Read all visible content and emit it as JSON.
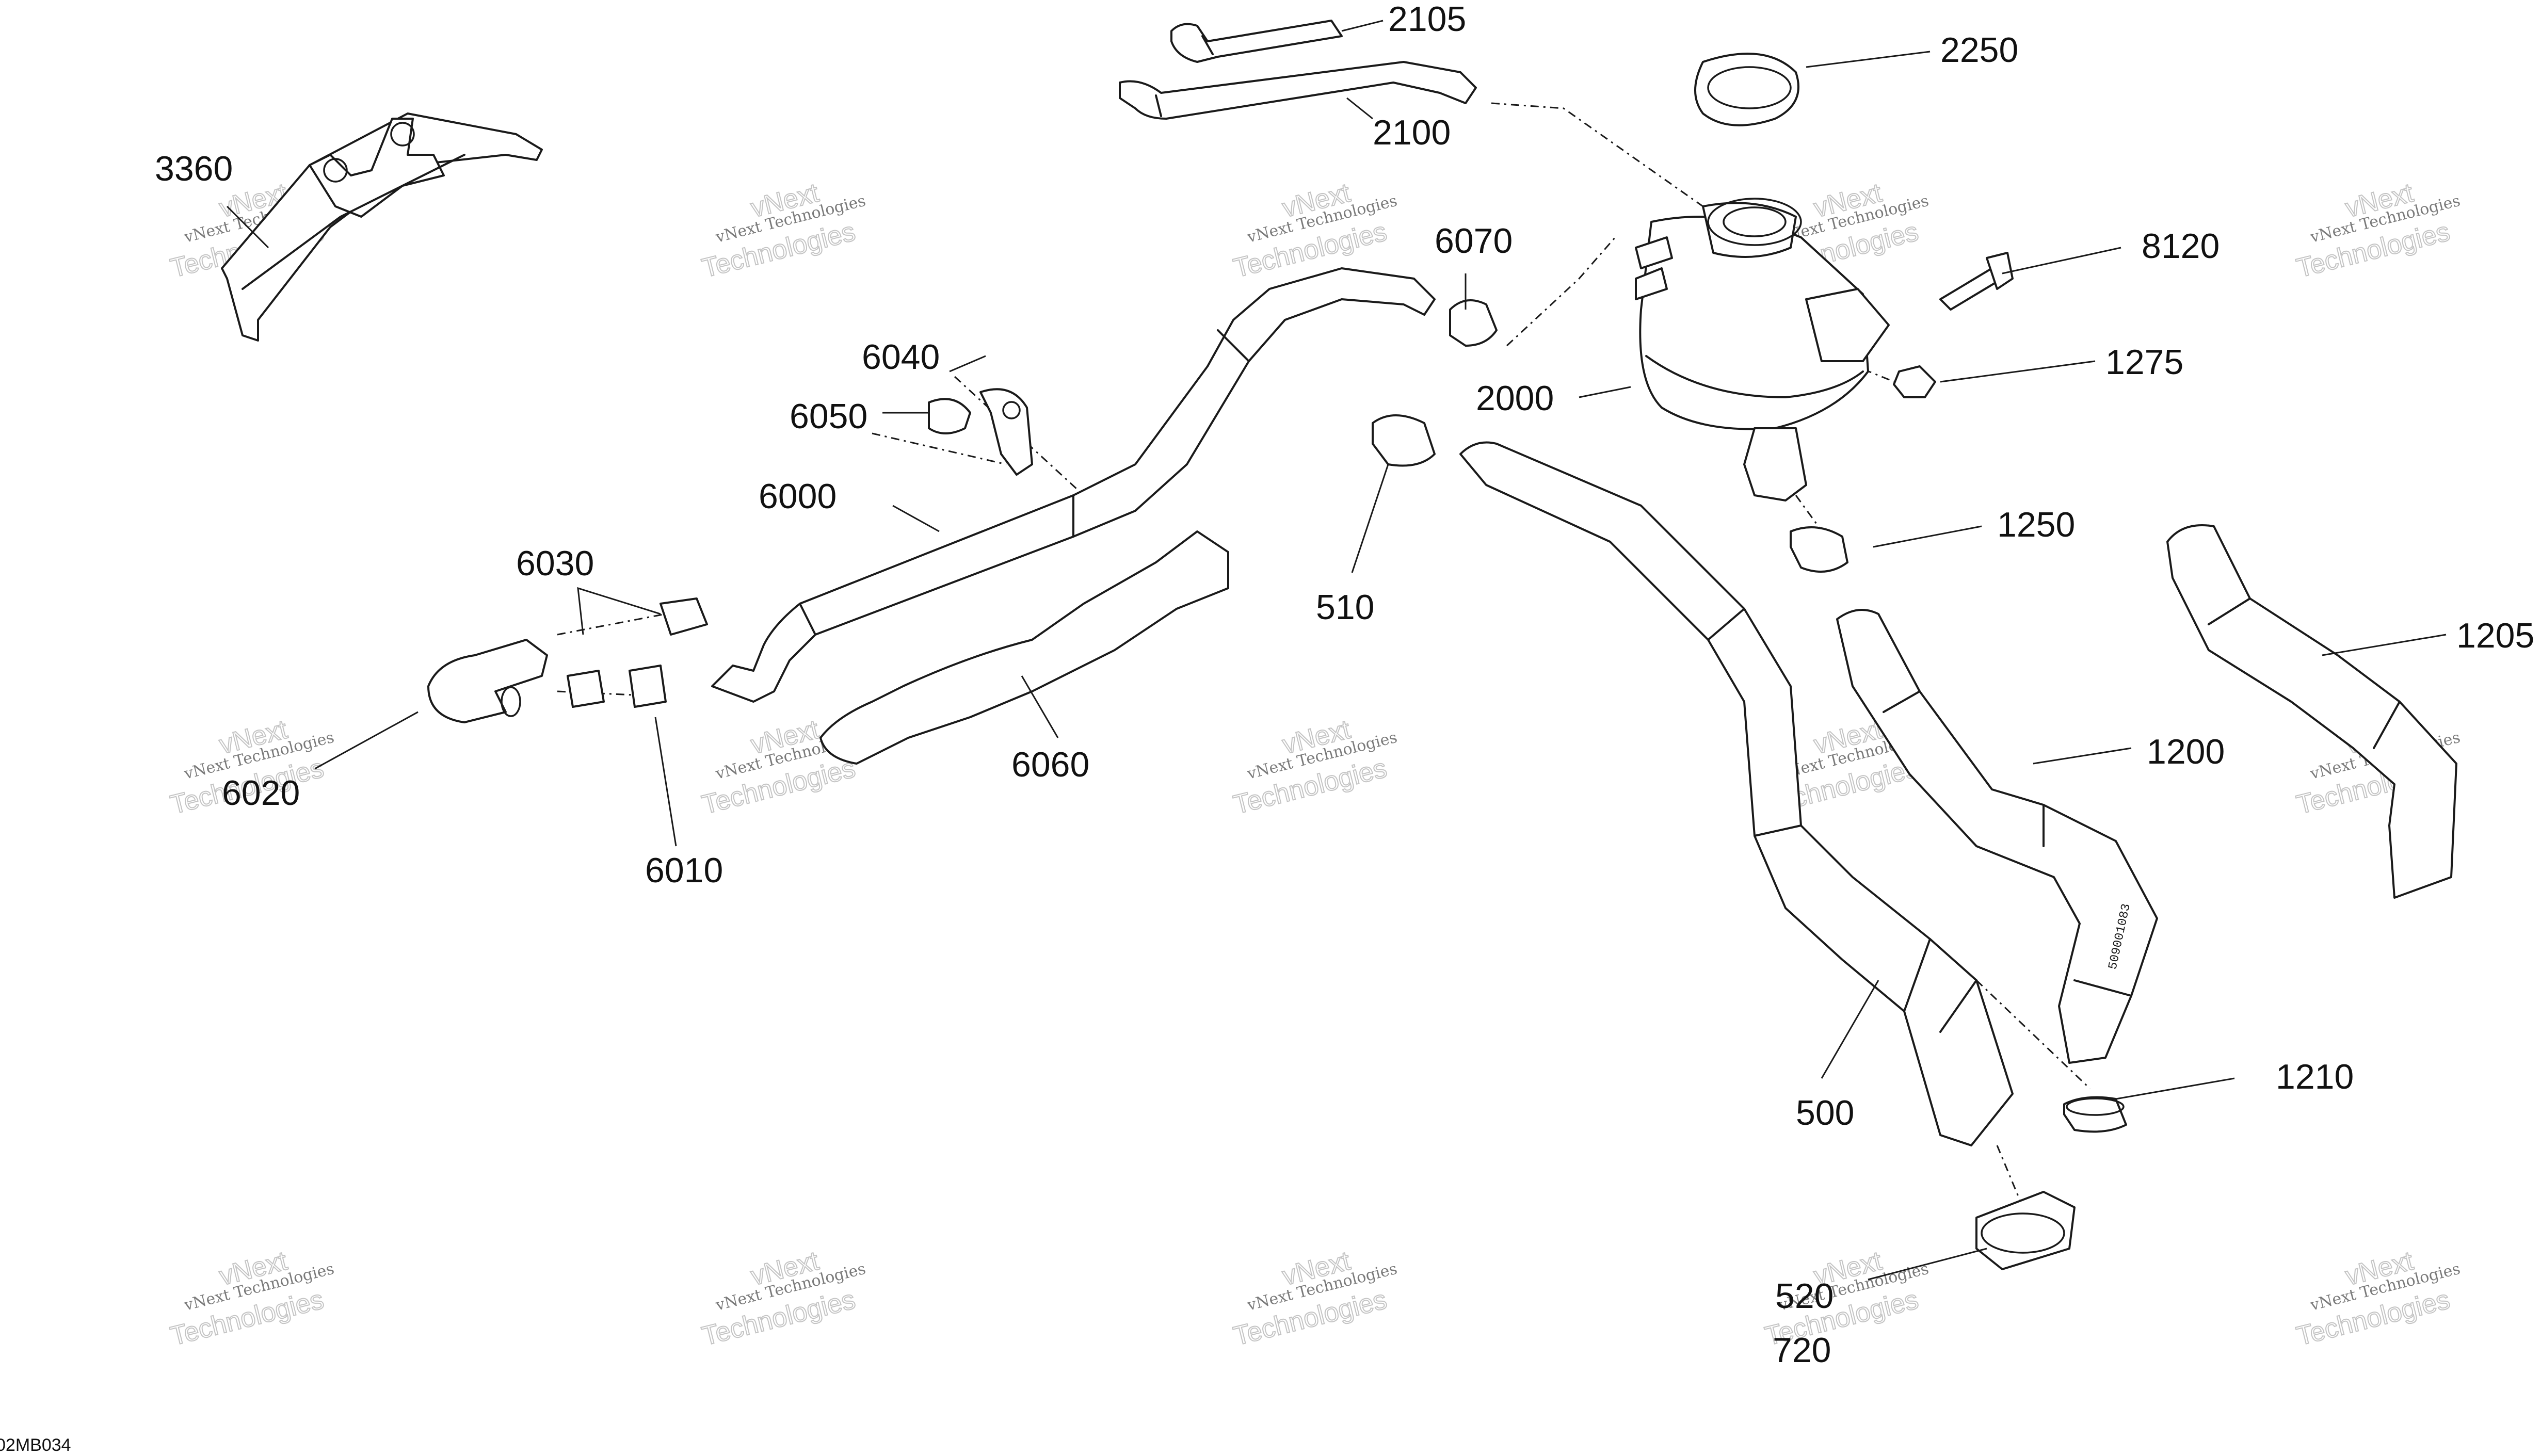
{
  "diagram_code": "02MB034",
  "part_numbers": {
    "p2105": "2105",
    "p2100": "2100",
    "p2250": "2250",
    "p3360": "3360",
    "p6070": "6070",
    "p8120": "8120",
    "p6040": "6040",
    "p6050": "6050",
    "p1275": "1275",
    "p2000": "2000",
    "p6000": "6000",
    "p1250": "1250",
    "p6030": "6030",
    "p1205": "1205",
    "p510": "510",
    "p6060": "6060",
    "p1200": "1200",
    "p6020": "6020",
    "p6010": "6010",
    "p1210": "1210",
    "p500": "500",
    "p520": "520",
    "p720": "720"
  },
  "hose_stamp": "509001083",
  "watermark": {
    "line1": "vNext Technologies",
    "line2": "vNext",
    "line3": "Technologies"
  },
  "colors": {
    "line": "#1a1a1a",
    "watermark": "#c4c4c4"
  }
}
